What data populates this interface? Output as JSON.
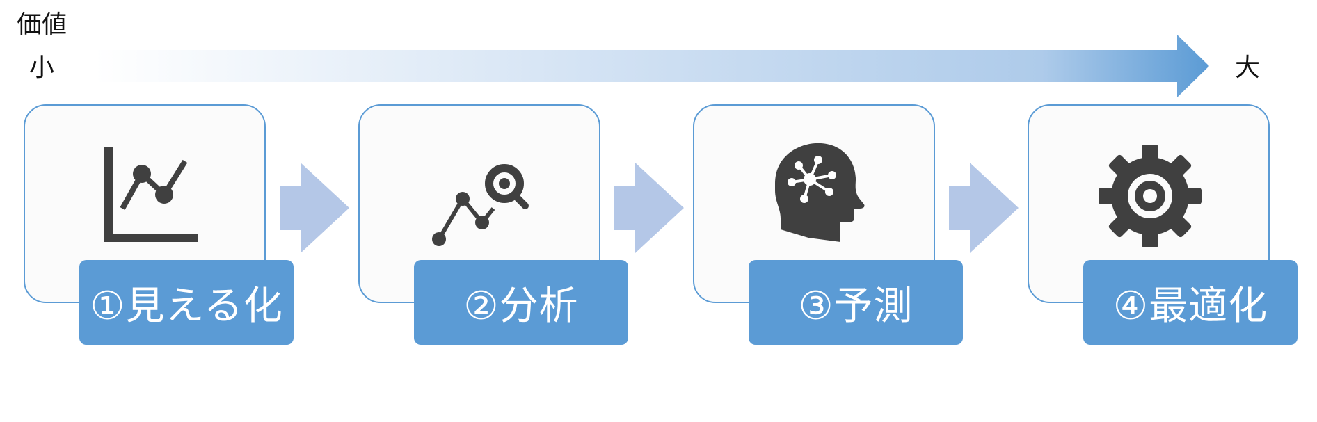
{
  "value_axis": {
    "title": "価値",
    "min_label": "小",
    "max_label": "大",
    "gradient_start": "#ffffff",
    "gradient_end": "#5b9bd5"
  },
  "steps": [
    {
      "label": "①見える化",
      "icon": "line-chart-icon"
    },
    {
      "label": "②分析",
      "icon": "analysis-magnifier-icon"
    },
    {
      "label": "③予測",
      "icon": "brain-head-icon"
    },
    {
      "label": "④最適化",
      "icon": "gear-icon"
    }
  ],
  "colors": {
    "accent": "#5b9bd5",
    "step_arrow": "#b4c7e7",
    "icon": "#404040",
    "card_border": "#5b9bd5"
  }
}
